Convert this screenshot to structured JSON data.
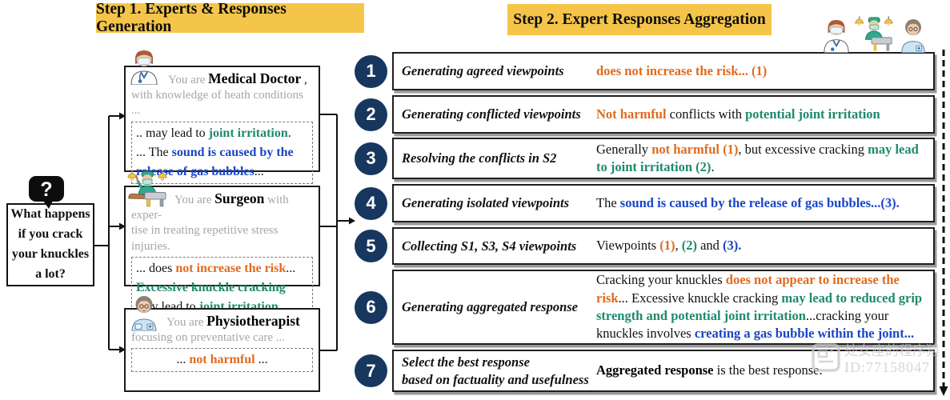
{
  "headers": {
    "step1": "Step 1. Experts & Responses Generation",
    "step2": "Step 2. Expert Responses Aggregation"
  },
  "question": {
    "text": "What happens if you crack your knuckles a lot?"
  },
  "icons": {
    "question": "question-mark-bubble-icon",
    "experts": [
      "medical-doctor-icon",
      "surgeon-icon",
      "physiotherapist-icon"
    ]
  },
  "experts": [
    {
      "role": "Medical Doctor",
      "intro": [
        {
          "t": "You are ",
          "s": "gr"
        },
        {
          "t": "Medical Doctor",
          "s": "k"
        },
        {
          "t": " ,",
          "s": "p"
        },
        {
          "br": true
        },
        {
          "t": "with knowledge of heath conditions ...",
          "s": "gr"
        }
      ],
      "response": [
        {
          "t": ".. may lead to ",
          "s": "p"
        },
        {
          "t": "joint irritation",
          "s": "g"
        },
        {
          "t": ".",
          "s": "p"
        },
        {
          "br": true
        },
        {
          "t": "... The ",
          "s": "p"
        },
        {
          "t": "sound is caused by the",
          "s": "b"
        },
        {
          "br": true
        },
        {
          "t": "release of gas bubbles",
          "s": "b"
        },
        {
          "t": "...",
          "s": "p"
        }
      ]
    },
    {
      "role": "Surgeon",
      "intro": [
        {
          "t": "You are ",
          "s": "gr"
        },
        {
          "t": "Surgeon",
          "s": "k"
        },
        {
          "t": " with exper-",
          "s": "gr"
        },
        {
          "br": true
        },
        {
          "t": "tise in treating repetitive stress injuries.",
          "s": "gr"
        }
      ],
      "response": [
        {
          "t": "... does ",
          "s": "p"
        },
        {
          "t": "not increase the risk",
          "s": "o"
        },
        {
          "t": "...",
          "s": "p"
        },
        {
          "br": true
        },
        {
          "t": "Excessive knuckle cracking",
          "s": "g"
        },
        {
          "br": true
        },
        {
          "t": "may lead to ",
          "s": "p"
        },
        {
          "t": "joint irritation",
          "s": "g"
        },
        {
          "t": ".",
          "s": "p"
        }
      ]
    },
    {
      "role": "Physiotherapist",
      "intro": [
        {
          "t": "You are ",
          "s": "gr"
        },
        {
          "t": "Physiotherapist",
          "s": "k"
        },
        {
          "br": true
        },
        {
          "t": "focusing on preventative care ...",
          "s": "gr"
        }
      ],
      "response": [
        {
          "t": "... ",
          "s": "p"
        },
        {
          "t": "not harmful",
          "s": "o"
        },
        {
          "t": " ...",
          "s": "p"
        }
      ]
    }
  ],
  "steps": [
    {
      "number": "1",
      "label": [
        {
          "t": "Generating agreed viewpoints"
        }
      ],
      "content": [
        {
          "t": "does not increase the risk... (1)",
          "s": "o"
        }
      ]
    },
    {
      "number": "2",
      "label": [
        {
          "t": "Generating conflicted viewpoints"
        }
      ],
      "content": [
        {
          "t": "Not harmful",
          "s": "o"
        },
        {
          "t": " conflicts with ",
          "s": "p"
        },
        {
          "t": "potential joint irritation",
          "s": "g"
        }
      ]
    },
    {
      "number": "3",
      "label": [
        {
          "t": "Resolving the conflicts in S2"
        }
      ],
      "content": [
        {
          "t": "Generally ",
          "s": "p"
        },
        {
          "t": "not harmful (1)",
          "s": "o"
        },
        {
          "t": ", but excessive cracking ",
          "s": "p"
        },
        {
          "t": "may lead to joint irritation (2)",
          "s": "g"
        },
        {
          "t": ".",
          "s": "p"
        }
      ]
    },
    {
      "number": "4",
      "label": [
        {
          "t": "Generating isolated viewpoints"
        }
      ],
      "content": [
        {
          "t": "The ",
          "s": "p"
        },
        {
          "t": "sound is caused by the release of gas bubbles...(3).",
          "s": "b"
        }
      ]
    },
    {
      "number": "5",
      "label": [
        {
          "t": "Collecting S1, S3, S4 viewpoints"
        }
      ],
      "content": [
        {
          "t": "Viewpoints ",
          "s": "p"
        },
        {
          "t": "(1)",
          "s": "o"
        },
        {
          "t": ", ",
          "s": "p"
        },
        {
          "t": "(2)",
          "s": "g"
        },
        {
          "t": " and ",
          "s": "p"
        },
        {
          "t": "(3).",
          "s": "b"
        }
      ]
    },
    {
      "number": "6",
      "label": [
        {
          "t": "Generating aggregated response"
        }
      ],
      "content": [
        {
          "t": "Cracking your knuckles ",
          "s": "p"
        },
        {
          "t": "does not appear to increase the risk",
          "s": "o"
        },
        {
          "t": "... Excessive knuckle cracking ",
          "s": "p"
        },
        {
          "t": "may lead to reduced grip strength and potential joint irritation",
          "s": "g"
        },
        {
          "t": "...cracking your knuckles involves ",
          "s": "p"
        },
        {
          "t": "creating a gas bubble within the joint...",
          "s": "b"
        }
      ]
    },
    {
      "number": "7",
      "label": [
        {
          "t": "Select the best response"
        },
        {
          "br": true
        },
        {
          "t": "based on factuality and usefulness"
        }
      ],
      "content": [
        {
          "t": "Aggregated response",
          "s": "k"
        },
        {
          "t": " is the best response.",
          "s": "p"
        }
      ]
    }
  ],
  "watermark": {
    "line1": "处女座的程序猿",
    "line2": "ID:77158047"
  },
  "colors": {
    "header_yellow": "#F5C54A",
    "circle_navy": "#17375E",
    "orange": "#E16B1E",
    "green": "#1E8A6E",
    "blue": "#1946C8",
    "gray_text": "#A6A6A6"
  }
}
